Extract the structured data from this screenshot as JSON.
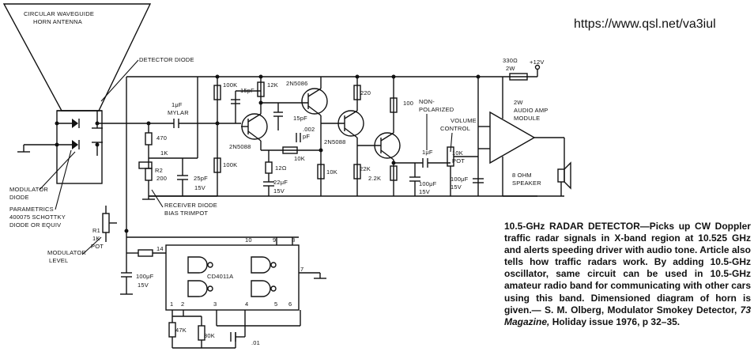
{
  "source_url": "https://www.qsl.net/va3iul",
  "labels": {
    "antenna": [
      "CIRCULAR WAVEGUIDE",
      "HORN ANTENNA"
    ],
    "detector_diode": "DETECTOR DIODE",
    "modulator_diode": [
      "MODULATOR",
      "DIODE"
    ],
    "parametrics": [
      "PARAMETRICS",
      "400075 SCHOTTKY",
      "DIODE OR EQUIV"
    ],
    "modulator_level": [
      "MODULATOR",
      "LEVEL"
    ],
    "r1": [
      "R1",
      "1K",
      "POT"
    ],
    "mylar": [
      "1μF",
      "MYLAR"
    ],
    "r470": "470",
    "r1k": "1K",
    "r2": [
      "R2",
      "200"
    ],
    "c25pf": [
      "25pF",
      "15V"
    ],
    "receiver_bias": [
      "RECEIVER DIODE",
      "BIAS TRIMPOT"
    ],
    "r100k_top": "100K",
    "r100k_bot": "100K",
    "c15pf_a": "15pF",
    "c15pf_b": "15pF",
    "r12k": "12K",
    "q1": "2N5088",
    "q2": "2N5086",
    "q3": "2N5088",
    "c002": [
      ".002",
      "pF"
    ],
    "r10k_fb": "10K",
    "r12ohm": "12Ω",
    "c22uf": [
      "22μF",
      "15V"
    ],
    "r220": "220",
    "r10k_e": "10K",
    "r22k": "22K",
    "r100": "100",
    "r2_2k": "2.2K",
    "c100uf_a": [
      "100μF",
      "15V"
    ],
    "nonpolarized": [
      "NON-",
      "POLARIZED"
    ],
    "c1uf_np": "1μF",
    "volume_control": [
      "VOLUME",
      "CONTROL"
    ],
    "pot10k": [
      "10K",
      "POT"
    ],
    "c100uf_b": [
      "100μF",
      "15V"
    ],
    "r330": [
      "330Ω",
      "2W"
    ],
    "supply": "+12V",
    "amp": [
      "2W",
      "AUDIO AMP",
      "MODULE"
    ],
    "speaker": [
      "8 OHM",
      "SPEAKER"
    ],
    "ic": "CD4011A",
    "c100uf_ic": [
      "100μF",
      "15V"
    ],
    "r47k": "47K",
    "r30k": "30K",
    "c01": ".01",
    "pins": [
      "14",
      "10",
      "9",
      "8",
      "7",
      "1",
      "2",
      "3",
      "4",
      "5",
      "6"
    ]
  },
  "caption": {
    "title": "10.5-GHz RADAR DETECTOR",
    "body": "—Picks up CW Doppler traffic radar signals in X-band region at 10.525 GHz and alerts speeding driver with audio tone. Article also tells how traffic radars work. By adding 10.5-GHz oscillator, same circuit can be used in 10.5-GHz amateur radio band for communicating with other cars using this band. Dimensioned diagram of horn is given.— S. M. Olberg, Modulator Smokey Detector, ",
    "journal": "73 Magazine,",
    "tail": " Holiday issue 1976, p 32–35."
  }
}
